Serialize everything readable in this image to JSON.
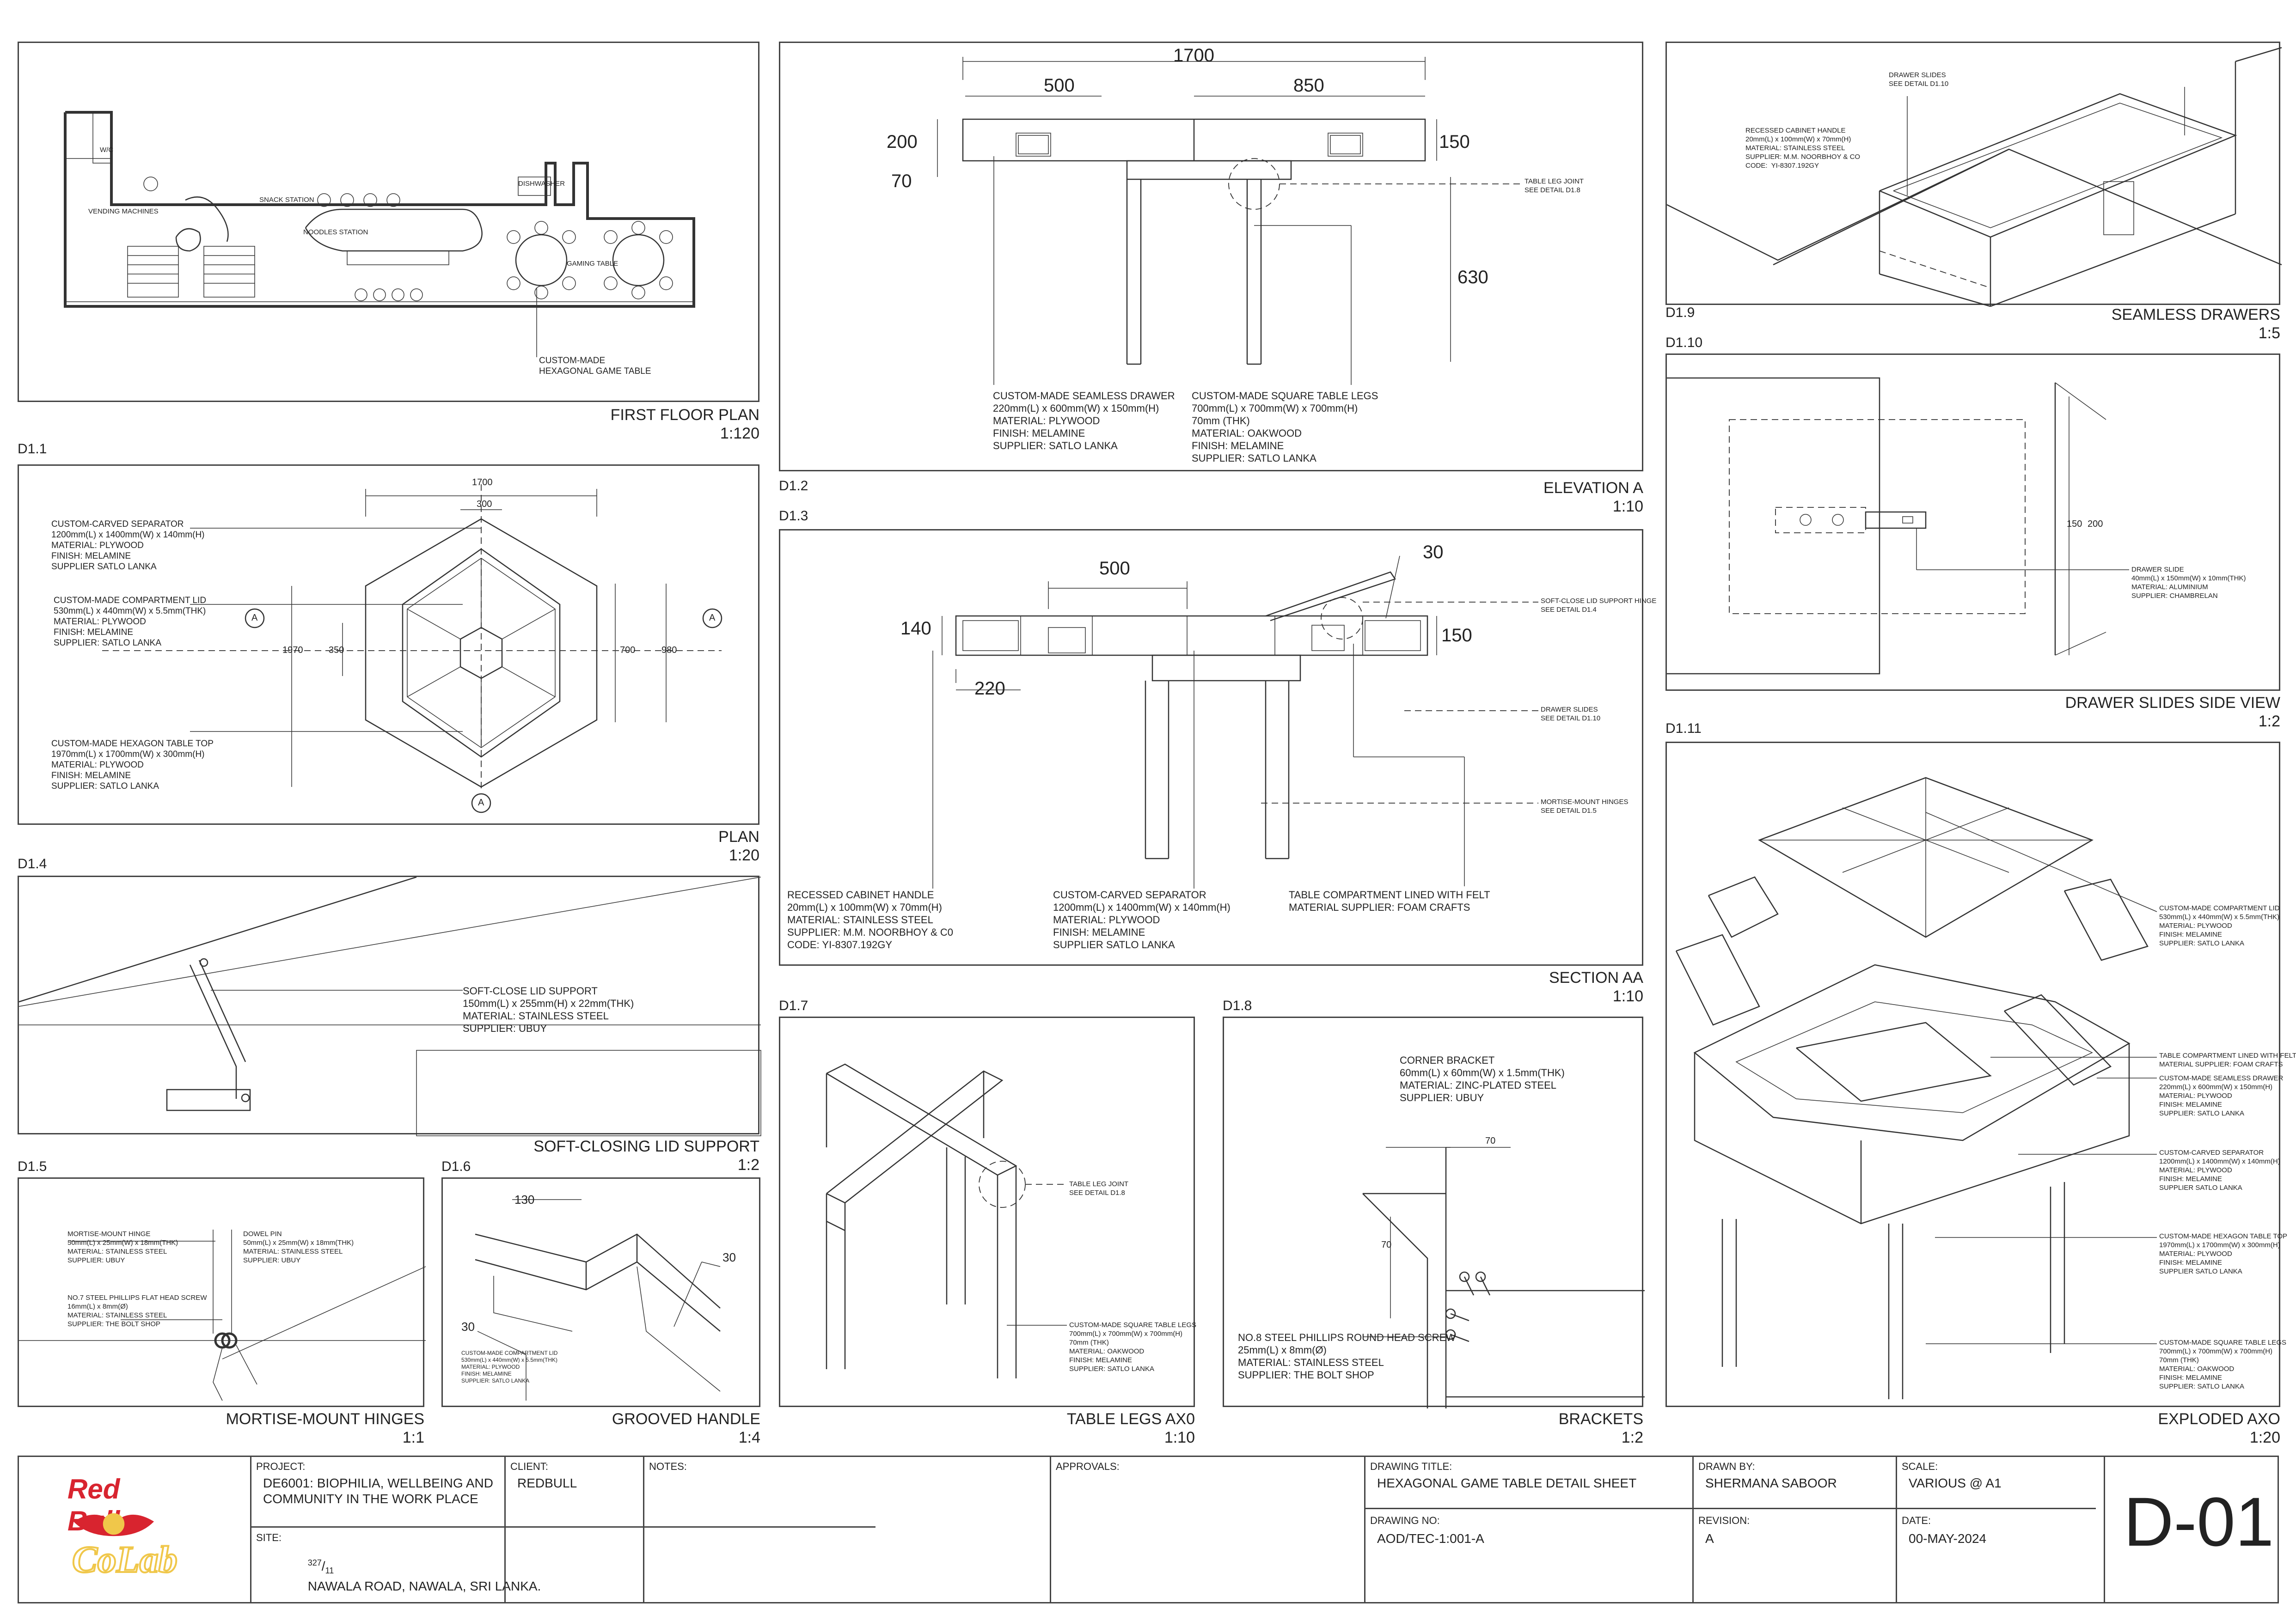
{
  "panels": {
    "first_floor_plan": {
      "title": "FIRST FLOOR PLAN",
      "scale": "1:120",
      "labels": [
        "W/C",
        "VENDING MACHINES",
        "SNACK STATION",
        "NOODLES STATION",
        "DISHWASHER",
        "GAMING TABLE"
      ],
      "callout": "CUSTOM-MADE\nHEXAGONAL GAME TABLE"
    },
    "elevation_a": {
      "id": "D1.2",
      "title": "ELEVATION A",
      "scale": "1:10",
      "dims": [
        "1700",
        "500",
        "850",
        "200",
        "70",
        "150",
        "630"
      ],
      "notes": {
        "joint": "TABLE LEG JOINT\nSEE DETAIL D1.8",
        "drawer": "CUSTOM-MADE SEAMLESS DRAWER\n220mm(L) x 600mm(W) x 150mm(H)\nMATERIAL: PLYWOOD\nFINISH: MELAMINE\nSUPPLIER: SATLO LANKA",
        "legs": "CUSTOM-MADE SQUARE TABLE LEGS\n700mm(L) x 700mm(W) x 700mm(H)\n70mm (THK)\nMATERIAL: OAKWOOD\nFINISH: MELAMINE\nSUPPLIER: SATLO LANKA"
      }
    },
    "seamless_drawers": {
      "id": "D1.9",
      "title": "SEAMLESS DRAWERS",
      "scale": "1:5",
      "notes": {
        "slides": "DRAWER SLIDES\nSEE DETAIL D1.10",
        "handle": "RECESSED CABINET HANDLE\n20mm(L) x 100mm(W) x 70mm(H)\nMATERIAL: STAINLESS STEEL\nSUPPLIER: M.M. NOORBHOY & CO\nCODE:  YI-8307.192GY"
      }
    },
    "drawer_slides": {
      "id": "D1.10",
      "title": "DRAWER SLIDES SIDE VIEW",
      "scale": "1:2",
      "dims": [
        "150",
        "200"
      ],
      "note": "DRAWER SLIDE\n40mm(L) x 150mm(W) x 10mm(THK)\nMATERIAL: ALUMINIUM\nSUPPLIER: CHAMBRELAN"
    },
    "plan": {
      "id": "D1.1",
      "title": "PLAN",
      "scale": "1:20",
      "dims": [
        "1700",
        "300",
        "1970",
        "350",
        "700",
        "980"
      ],
      "markers": [
        "A",
        "A",
        "A"
      ],
      "notes": {
        "separator": "CUSTOM-CARVED SEPARATOR\n1200mm(L) x 1400mm(W) x 140mm(H)\nMATERIAL: PLYWOOD\nFINISH: MELAMINE\nSUPPLIER SATLO LANKA",
        "lid": "CUSTOM-MADE COMPARTMENT LID\n530mm(L) x 440mm(W) x 5.5mm(THK)\nMATERIAL: PLYWOOD\nFINISH: MELAMINE\nSUPPLIER: SATLO LANKA",
        "top": "CUSTOM-MADE HEXAGON TABLE TOP\n1970mm(L) x 1700mm(W) x 300mm(H)\nMATERIAL: PLYWOOD\nFINISH: MELAMINE\nSUPPLIER: SATLO LANKA"
      }
    },
    "section_aa": {
      "id": "D1.3",
      "title": "SECTION AA",
      "scale": "1:10",
      "dims": [
        "500",
        "30",
        "140",
        "150",
        "220"
      ],
      "notes": {
        "hinge": "SOFT-CLOSE LID SUPPORT HINGE\nSEE DETAIL D1.4",
        "slides": "DRAWER SLIDES\nSEE DETAIL D1.10",
        "mortise": "MORTISE-MOUNT HINGES\nSEE DETAIL D1.5",
        "handle": "RECESSED CABINET HANDLE\n20mm(L) x 100mm(W) x 70mm(H)\nMATERIAL: STAINLESS STEEL\nSUPPLIER: M.M. NOORBHOY & C0\nCODE: YI-8307.192GY",
        "separator": "CUSTOM-CARVED SEPARATOR\n1200mm(L) x 1400mm(W) x 140mm(H)\nMATERIAL: PLYWOOD\nFINISH: MELAMINE\nSUPPLIER SATLO LANKA",
        "felt": "TABLE COMPARTMENT LINED WITH FELT\nMATERIAL SUPPLIER: FOAM CRAFTS"
      }
    },
    "lid_support": {
      "id": "D1.4",
      "title": "SOFT-CLOSING LID SUPPORT",
      "scale": "1:2",
      "note": "SOFT-CLOSE LID SUPPORT\n150mm(L) x 255mm(H) x 22mm(THK)\nMATERIAL: STAINLESS STEEL\nSUPPLIER: UBUY"
    },
    "exploded": {
      "id": "D1.11",
      "title": "EXPLODED AXO",
      "scale": "1:20",
      "notes": {
        "lid": "CUSTOM-MADE COMPARTMENT LID\n530mm(L) x 440mm(W) x 5.5mm(THK)\nMATERIAL: PLYWOOD\nFINISH: MELAMINE\nSUPPLIER: SATLO LANKA",
        "felt": "TABLE COMPARTMENT LINED WITH FELT\nMATERIAL SUPPLIER: FOAM CRAFTS",
        "drawer": "CUSTOM-MADE SEAMLESS DRAWER\n220mm(L) x 600mm(W) x 150mm(H)\nMATERIAL: PLYWOOD\nFINISH: MELAMINE\nSUPPLIER: SATLO LANKA",
        "separator": "CUSTOM-CARVED SEPARATOR\n1200mm(L) x 1400mm(W) x 140mm(H)\nMATERIAL: PLYWOOD\nFINISH: MELAMINE\nSUPPLIER SATLO LANKA",
        "top": "CUSTOM-MADE HEXAGON TABLE TOP\n1970mm(L) x 1700mm(W) x 300mm(H)\nMATERIAL: PLYWOOD\nFINISH: MELAMINE\nSUPPLIER SATLO LANKA",
        "legs": "CUSTOM-MADE SQUARE TABLE LEGS\n700mm(L) x 700mm(W) x 700mm(H)\n70mm (THK)\nMATERIAL: OAKWOOD\nFINISH: MELAMINE\nSUPPLIER: SATLO LANKA"
      }
    },
    "mortise": {
      "id": "D1.5",
      "title": "MORTISE-MOUNT HINGES",
      "scale": "1:1",
      "notes": {
        "hinge": "MORTISE-MOUNT HINGE\n50mm(L) x 25mm(W) x 18mm(THK)\nMATERIAL: STAINLESS STEEL\nSUPPLIER: UBUY",
        "dowel": "DOWEL PIN\n50mm(L) x 25mm(W) x 18mm(THK)\nMATERIAL: STAINLESS STEEL\nSUPPLIER: UBUY",
        "screw": "NO.7 STEEL PHILLIPS FLAT HEAD SCREW\n16mm(L) x 8mm(Ø)\nMATERIAL: STAINLESS STEEL\nSUPPLIER: THE BOLT SHOP"
      }
    },
    "grooved": {
      "id": "D1.6",
      "title": "GROOVED HANDLE",
      "scale": "1:4",
      "dims": [
        "130",
        "30",
        "30"
      ],
      "note": "CUSTOM-MADE COMPARTMENT LID\n530mm(L) x 440mm(W) x 5.5mm(THK)\nMATERIAL: PLYWOOD\nFINISH: MELAMINE\nSUPPLIER: SATLO LANKA"
    },
    "table_legs": {
      "id": "D1.7",
      "title": "TABLE LEGS AX0",
      "scale": "1:10",
      "notes": {
        "joint": "TABLE LEG JOINT\nSEE DETAIL D1.8",
        "legs": "CUSTOM-MADE SQUARE TABLE LEGS\n700mm(L) x 700mm(W) x 700mm(H)\n70mm (THK)\nMATERIAL: OAKWOOD\nFINISH: MELAMINE\nSUPPLIER: SATLO LANKA"
      }
    },
    "brackets": {
      "id": "D1.8",
      "title": "BRACKETS",
      "scale": "1:2",
      "dims": [
        "70",
        "70"
      ],
      "notes": {
        "corner": "CORNER BRACKET\n60mm(L) x 60mm(W) x 1.5mm(THK)\nMATERIAL: ZINC-PLATED STEEL\nSUPPLIER: UBUY",
        "screw": "NO.8 STEEL PHILLIPS ROUND HEAD SCREW\n25mm(L) x 8mm(Ø)\nMATERIAL: STAINLESS STEEL\nSUPPLIER: THE BOLT SHOP"
      }
    }
  },
  "title_block": {
    "logo_line1": "Red Bull",
    "logo_line2": "CoLab",
    "project_key": "PROJECT:",
    "project": "DE6001: BIOPHILIA, WELLBEING AND\nCOMMUNITY IN THE WORK PLACE",
    "client_key": "CLIENT:",
    "client": "REDBULL",
    "site_key": "SITE:",
    "site_num": "327",
    "site_sub": "11",
    "site": "NAWALA ROAD, NAWALA, SRI LANKA.",
    "notes_key": "NOTES:",
    "approvals_key": "APPROVALS:",
    "drawing_title_key": "DRAWING TITLE:",
    "drawing_title": "HEXAGONAL GAME TABLE DETAIL SHEET",
    "drawing_no_key": "DRAWING NO:",
    "drawing_no": "AOD/TEC-1:001-A",
    "drawn_by_key": "DRAWN BY:",
    "drawn_by": "SHERMANA SABOOR",
    "revision_key": "REVISION:",
    "revision": "A",
    "scale_key": "SCALE:",
    "scale": "VARIOUS @ A1",
    "date_key": "DATE:",
    "date": "00-MAY-2024",
    "sheet": "D-01"
  },
  "colors": {
    "line": "#333333",
    "logo_red": "#d8242f",
    "logo_gold": "#f0c74a"
  }
}
